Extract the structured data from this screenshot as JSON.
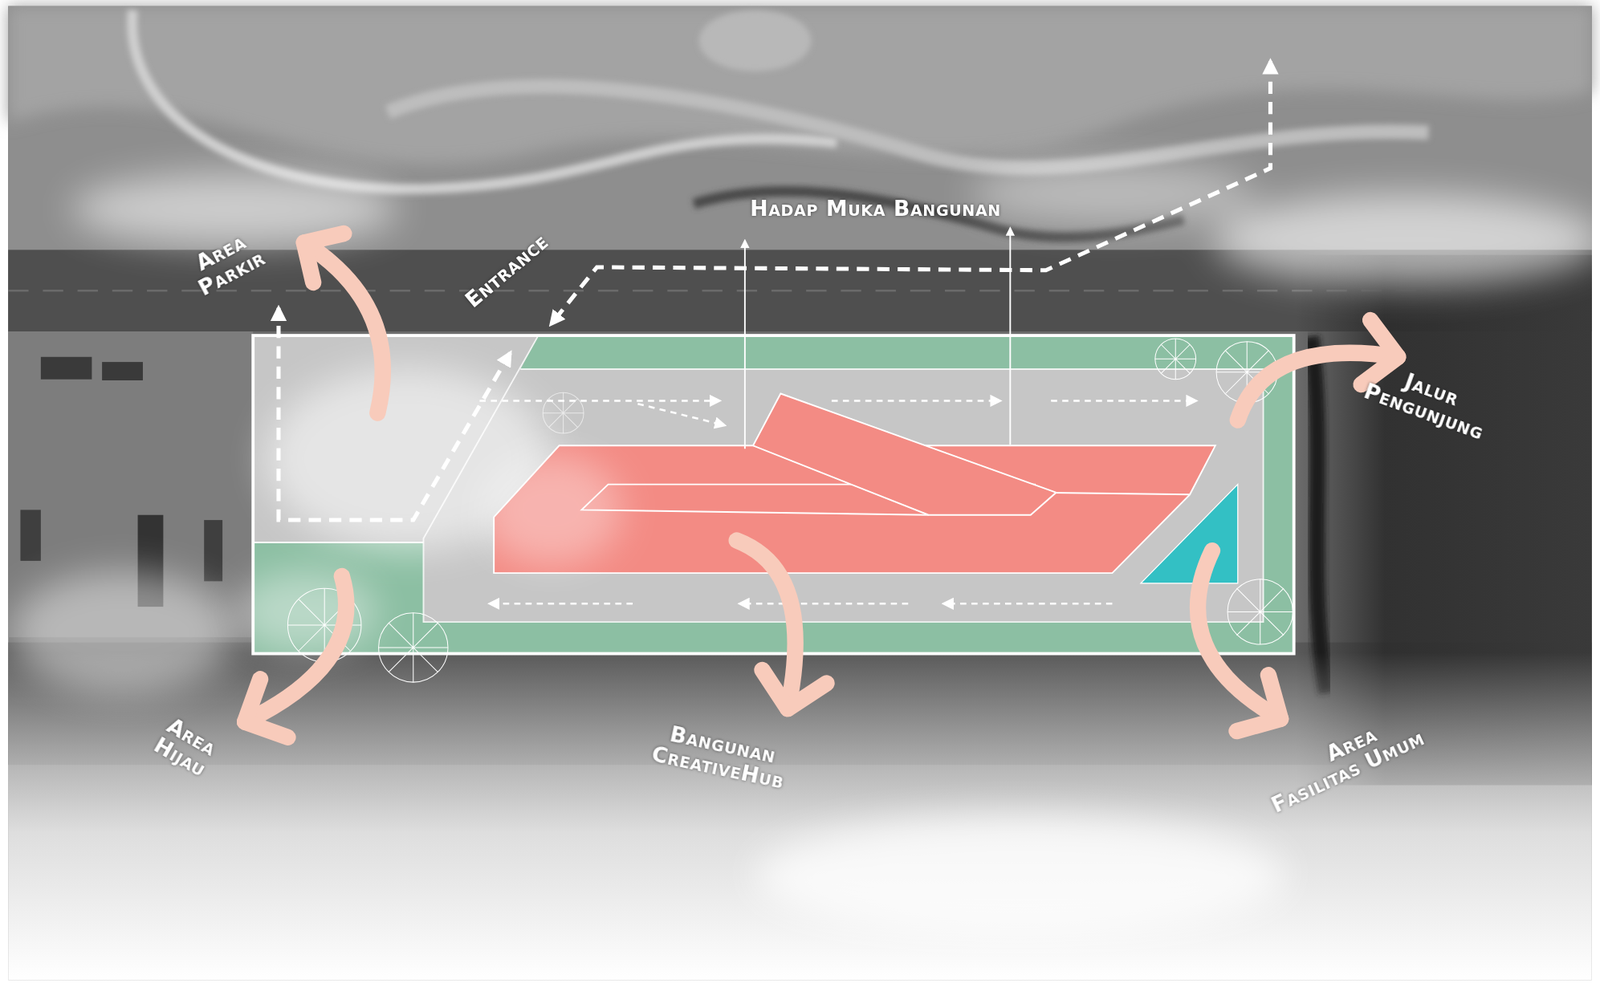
{
  "diagram": {
    "labels": [
      "Area Parkir",
      "Entrance",
      "Hadap Muka Bangunan",
      "Jalur Pengunjung",
      "Area Hijau",
      "Bangunan CreativeHub",
      "Area Fasilitas Umum"
    ]
  }
}
